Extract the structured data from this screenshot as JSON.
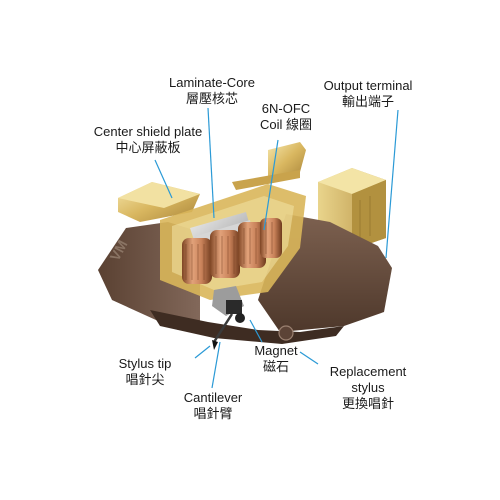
{
  "colors": {
    "leader": "#2b9ad6",
    "body_brown": "#6b4f3e",
    "body_shadow": "#3e2c22",
    "gold": "#d8b85c",
    "gold_light": "#f0dd98",
    "copper": "#c07a4a",
    "copper_dark": "#8a4e2a",
    "silver": "#b9b9b9"
  },
  "body_marking": "VM",
  "labels": {
    "laminate_core": {
      "en": "Laminate-Core",
      "zh": "層壓核芯"
    },
    "output_terminal": {
      "en": "Output terminal",
      "zh": "輸出端子"
    },
    "coil": {
      "en": "6N-OFC",
      "en2": "Coil",
      "zh": "線圈"
    },
    "center_shield": {
      "en": "Center shield plate",
      "zh": "中心屏蔽板"
    },
    "stylus_tip": {
      "en": "Stylus tip",
      "zh": "唱針尖"
    },
    "magnet": {
      "en": "Magnet",
      "zh": "磁石"
    },
    "replacement": {
      "en": "Replacement",
      "en2": "stylus",
      "zh": "更換唱針"
    },
    "cantilever": {
      "en": "Cantilever",
      "zh": "唱針臂"
    }
  }
}
